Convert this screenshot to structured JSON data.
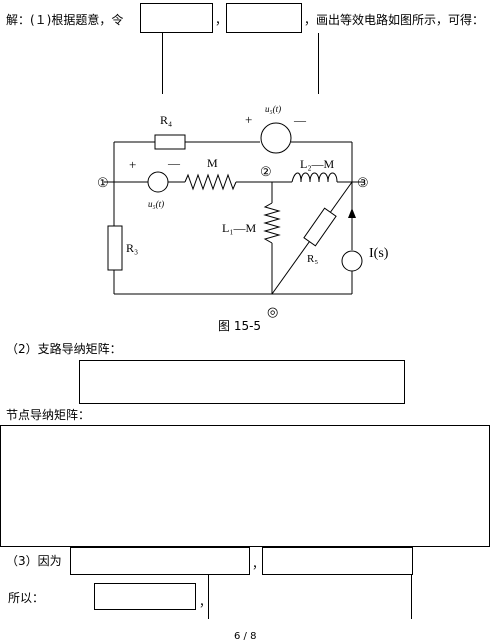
{
  "line1": {
    "prefix": "解：(１)根据题意，令",
    "comma1": "，",
    "suffix": "，画出等效电路如图所示，可得："
  },
  "figure": {
    "caption": "图 15-5",
    "node1": "①",
    "node2": "②",
    "node3": "③",
    "node0": "◎",
    "R4": "R₄",
    "R3": "R₃",
    "R5": "R₅",
    "us_top": "u₅(t)",
    "us_left": "u₅(t)",
    "plus": "+",
    "minus": "—",
    "M": "M",
    "L2M": "L₂—M",
    "L1M": "L₁—M",
    "Is": "I(s)"
  },
  "section2": {
    "branch_label": "（2）支路导纳矩阵：",
    "node_label": "节点导纳矩阵："
  },
  "section3": {
    "because": "（3）因为",
    "comma": "，",
    "so": "所以：",
    "comma2": "，"
  },
  "footer": {
    "page": "6 / 8"
  }
}
